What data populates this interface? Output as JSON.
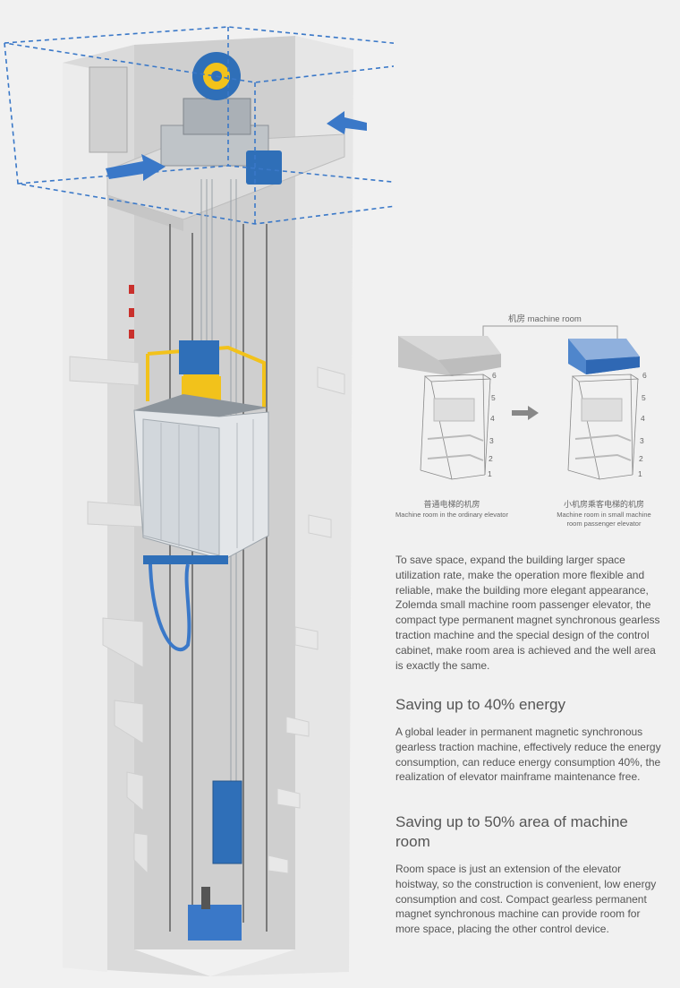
{
  "diagram": {
    "top_label": "机房 machine room",
    "left_caption_cn": "普通电梯的机房",
    "left_caption_en": "Machine room in the ordinary elevator",
    "right_caption_cn": "小机房乘客电梯的机房",
    "right_caption_en_line1": "Machine room in small machine",
    "right_caption_en_line2": "room passenger elevator",
    "floor_numbers": [
      "6",
      "5",
      "4",
      "3",
      "2",
      "1"
    ]
  },
  "intro": "To save space, expand the building larger space utilization rate, make the operation more flexible and reliable, make the building more elegant appearance, Zolemda small machine room passenger elevator, the compact type permanent magnet synchronous gearless traction machine and the special design of the control cabinet, make room area is achieved and the well area is exactly the same.",
  "section_energy": {
    "title": "Saving up to 40% energy",
    "body": "A global leader in permanent magnetic synchronous gearless traction machine, effectively reduce the energy consumption, can reduce energy consumption 40%, the realization of elevator mainframe maintenance free."
  },
  "section_area": {
    "title": "Saving up to 50% area of machine room",
    "body": "Room space is just an extension of the elevator hoistway, so the construction is convenient, low energy consumption and cost. Compact gearless permanent magnet synchronous machine can provide room for more space, placing the other control device."
  },
  "colors": {
    "accent_blue": "#3a78c8",
    "motor_blue": "#2f6fb8",
    "frame_yellow": "#f2c21b",
    "shaft_gray": "#e1e1e1"
  }
}
